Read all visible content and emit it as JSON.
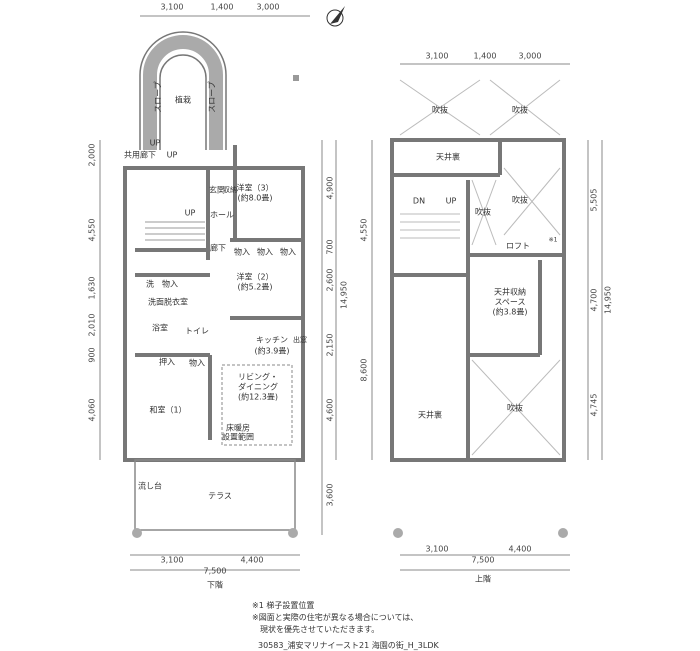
{
  "lower_floor": {
    "caption": "下階",
    "top_dims": [
      "3,100",
      "1,400",
      "3,000"
    ],
    "left_dims": [
      "2,000",
      "4,550",
      "1,630",
      "2,010",
      "900",
      "4,060"
    ],
    "right_dims": [
      "4,900",
      "700",
      "2,600",
      "2,150",
      "4,600",
      "3,600"
    ],
    "total_depth": "14,950",
    "bottom_dims": [
      "3,100",
      "4,400"
    ],
    "total_width": "7,500",
    "rooms": {
      "planting": "植栽",
      "slope": "スロープ",
      "corridor": "共用廊下",
      "up1": "UP",
      "up2": "UP",
      "up3": "UP",
      "western3": "洋室（3）",
      "western3_size": "(約8.0畳)",
      "entrance": "玄関",
      "storage_shoes": "収納",
      "hall": "ホール",
      "hallway": "廊下",
      "closet": "物入",
      "western2": "洋室（2）",
      "western2_size": "(約5.2畳)",
      "wash": "洗",
      "washroom": "洗面脱衣室",
      "bath": "浴室",
      "toilet": "トイレ",
      "kitchen": "キッチン",
      "kitchen_size": "(約3.9畳)",
      "bay_window": "出窓",
      "oshiire": "押入",
      "living1": "リビング・",
      "living2": "ダイニング",
      "living_size": "(約12.3畳)",
      "japanese1": "和室（1）",
      "floor_heat1": "床暖房",
      "floor_heat2": "設置範囲",
      "sink": "流し台",
      "terrace": "テラス"
    }
  },
  "upper_floor": {
    "caption": "上階",
    "top_dims": [
      "3,100",
      "1,400",
      "3,000"
    ],
    "left_dims": [
      "4,550",
      "8,600"
    ],
    "right_dims": [
      "5,505",
      "4,700",
      "4,745"
    ],
    "total_depth": "14,950",
    "bottom_dims": [
      "3,100",
      "4,400"
    ],
    "total_width": "7,500",
    "rooms": {
      "void": "吹抜",
      "attic": "天井裏",
      "dn": "DN",
      "up": "UP",
      "loft": "ロフト",
      "mark": "※1",
      "ceiling_storage1": "天井収納",
      "ceiling_storage2": "スペース",
      "ceiling_storage_size": "(約3.8畳)"
    }
  },
  "notes": [
    "※1 梯子設置位置",
    "※図面と実際の住宅が異なる場合については、",
    "　現状を優先させていただきます。",
    "30583_浦安マリナイースト21 海園の街_H_3LDK"
  ]
}
